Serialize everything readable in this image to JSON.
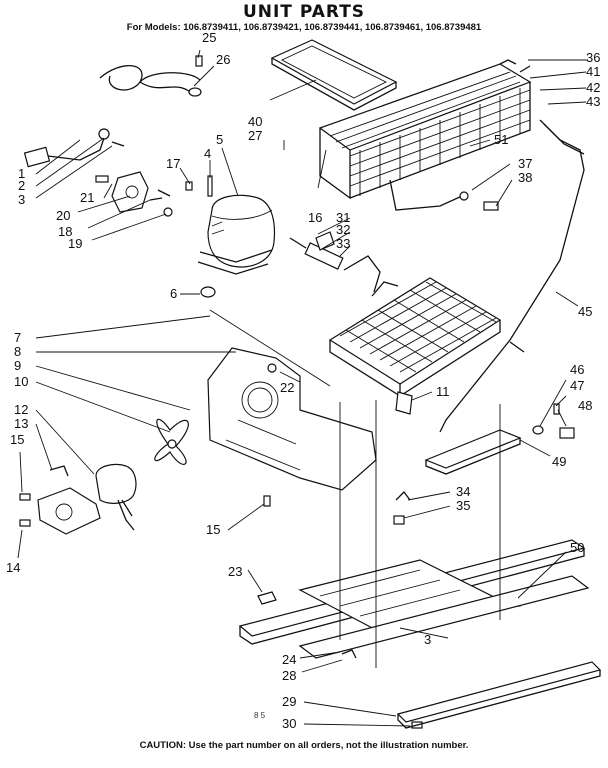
{
  "header": {
    "title": "UNIT PARTS",
    "models": "For Models: 106.8739411, 106.8739421, 106.8739441, 106.8739461, 106.8739481"
  },
  "footer": {
    "caution": "CAUTION: Use the part number on all orders, not the illustration number."
  },
  "mark": "8 5",
  "callouts": [
    "1",
    "2",
    "3",
    "3",
    "4",
    "5",
    "6",
    "7",
    "8",
    "9",
    "10",
    "11",
    "12",
    "13",
    "14",
    "15",
    "15",
    "16",
    "17",
    "18",
    "19",
    "20",
    "21",
    "22",
    "23",
    "24",
    "25",
    "26",
    "27",
    "28",
    "29",
    "30",
    "31",
    "32",
    "33",
    "34",
    "35",
    "36",
    "37",
    "38",
    "40",
    "41",
    "42",
    "43",
    "45",
    "46",
    "47",
    "48",
    "49",
    "50",
    "51"
  ]
}
